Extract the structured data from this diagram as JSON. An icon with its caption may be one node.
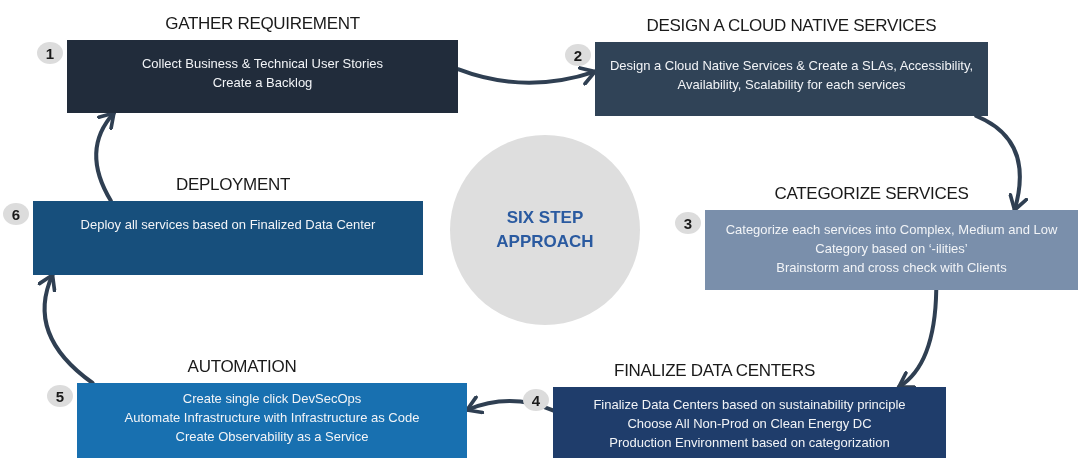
{
  "diagram": {
    "nodes": [
      {
        "text": [
          "GATHER REQUIREMENT",
          "Collect Business & Technical User Stories",
          "Create a Backlog"
        ],
        "beside": [
          "1"
        ]
      },
      {
        "text": [
          "DESIGN A CLOUD NATIVE SERVICES",
          "Design a Cloud Native Services & Create a SLAs, Accessibility, Availability, Scalability for each services"
        ],
        "beside": [
          "2"
        ]
      },
      {
        "text": [
          "CATEGORIZE SERVICES",
          "Categorize each services into Complex, Medium and Low Category based on ‘-ilities’",
          "Brainstorm and cross check with Clients"
        ],
        "beside": [
          "3"
        ]
      },
      {
        "text": [
          "FINALIZE DATA CENTERS",
          "Finalize Data Centers based on sustainability principle",
          "Choose All Non-Prod on Clean Energy DC",
          "Production Environment based on categorization"
        ],
        "beside": [
          "4"
        ]
      },
      {
        "text": [
          "AUTOMATION",
          "Create single click DevSecOps",
          "Automate Infrastructure with Infrastructure as Code",
          "Create Observability as a Service"
        ],
        "beside": [
          "5"
        ]
      },
      {
        "text": [
          "DEPLOYMENT",
          "Deploy all services based on Finalized Data Center"
        ],
        "beside": [
          "6"
        ]
      },
      {
        "text": [
          "SIX STEP APPROACH"
        ]
      }
    ],
    "edges": [
      {
        "from": 0,
        "to": 1,
        "arrow": "to"
      },
      {
        "from": 1,
        "to": 2,
        "arrow": "to"
      },
      {
        "from": 2,
        "to": 3,
        "arrow": "to"
      },
      {
        "from": 3,
        "to": 4,
        "arrow": "to"
      },
      {
        "from": 4,
        "to": 5,
        "arrow": "to"
      },
      {
        "from": 5,
        "to": 0,
        "arrow": "to"
      }
    ]
  }
}
